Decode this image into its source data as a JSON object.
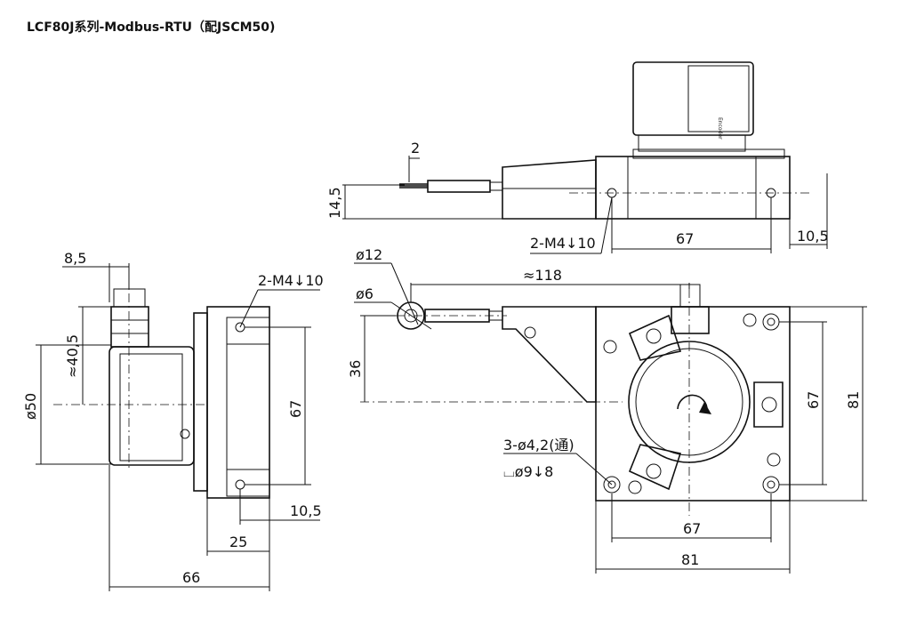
{
  "title": "LCF80J系列-Modbus-RTU（配JSCM50)",
  "encoder_label": "Encoder",
  "top_view": {
    "dim_2": "2",
    "dim_14_5": "14,5",
    "dim_2_m4": "2-M4↓10",
    "dim_67": "67",
    "dim_10_5": "10,5"
  },
  "left_view": {
    "dim_8_5": "8,5",
    "dim_2_m4": "2-M4↓10",
    "dim_40_5": "≈40,5",
    "dim_50": "ø50",
    "dim_67": "67",
    "dim_10_5": "10,5",
    "dim_25": "25",
    "dim_66": "66"
  },
  "front_view": {
    "dim_12": "ø12",
    "dim_6": "ø6",
    "dim_118": "≈118",
    "dim_36": "36",
    "dim_67_v": "67",
    "dim_81_v": "81",
    "dim_hole": "3-ø4,2(通)",
    "dim_cbore": "⌴ø9↓8",
    "dim_67_h": "67",
    "dim_81_h": "81"
  }
}
